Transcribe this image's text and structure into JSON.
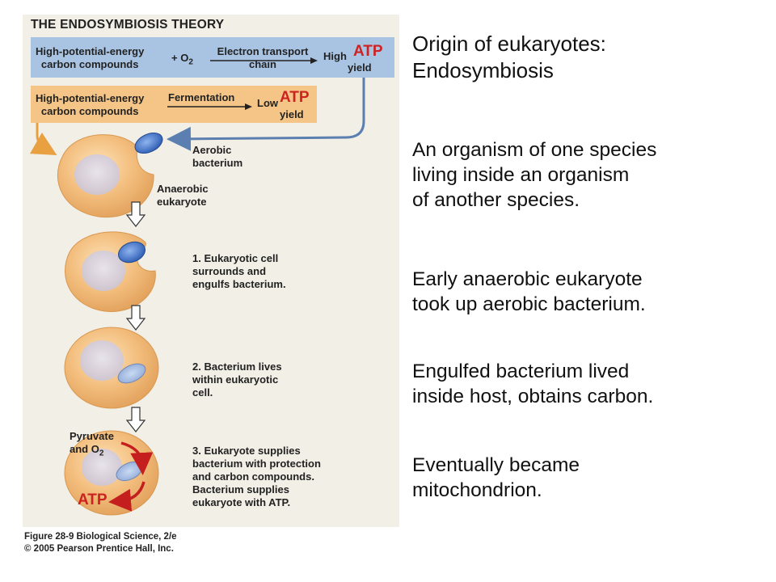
{
  "figure": {
    "title": "THE ENDOSYMBIOSIS THEORY",
    "aerobic_box": {
      "reactant": [
        "High-potential-energy",
        "carbon compounds"
      ],
      "plus": "+ O",
      "o2_sub": "2",
      "process": [
        "Electron transport",
        "chain"
      ],
      "yield_level": "High",
      "atp": "ATP",
      "yield_word": "yield"
    },
    "fermentation_box": {
      "reactant": [
        "High-potential-energy",
        "carbon compounds"
      ],
      "process": "Fermentation",
      "yield_level": "Low",
      "atp": "ATP",
      "yield_word": "yield"
    },
    "labels": {
      "aerobic_bacterium": [
        "Aerobic",
        "bacterium"
      ],
      "anaerobic_eukaryote": [
        "Anaerobic",
        "eukaryote"
      ],
      "pyruvate": [
        "Pyruvate",
        "and O"
      ],
      "pyruvate_sub": "2",
      "atp": "ATP"
    },
    "steps": [
      {
        "number": "1.",
        "lines": [
          "Eukaryotic cell",
          "surrounds and",
          "engulfs bacterium."
        ]
      },
      {
        "number": "2.",
        "lines": [
          "Bacterium lives",
          "within eukaryotic",
          "cell."
        ]
      },
      {
        "number": "3.",
        "lines": [
          "Eukaryote supplies",
          "bacterium with protection",
          "and carbon compounds.",
          "Bacterium supplies",
          "eukaryote with ATP."
        ]
      }
    ],
    "credit": [
      "Figure 28-9  Biological Science, 2/e",
      "© 2005 Pearson Prentice Hall, Inc."
    ]
  },
  "slide": {
    "title": [
      "Origin of eukaryotes:",
      "Endosymbiosis"
    ],
    "paragraphs": [
      [
        "An organism of one species",
        "living inside an organism",
        "of another species."
      ],
      [
        "Early anaerobic eukaryote",
        "took up aerobic bacterium."
      ],
      [
        "Engulfed bacterium lived",
        "inside host, obtains carbon."
      ],
      [
        "Eventually became",
        "mitochondrion."
      ]
    ]
  },
  "colors": {
    "panel": "#f1efe6",
    "aerobic_box": "#a9c4e3",
    "fermentation_box": "#f4c586",
    "atp_red": "#cc2222",
    "cell_orange": "#f0b874",
    "bacterium_blue": "#3f73c8"
  }
}
